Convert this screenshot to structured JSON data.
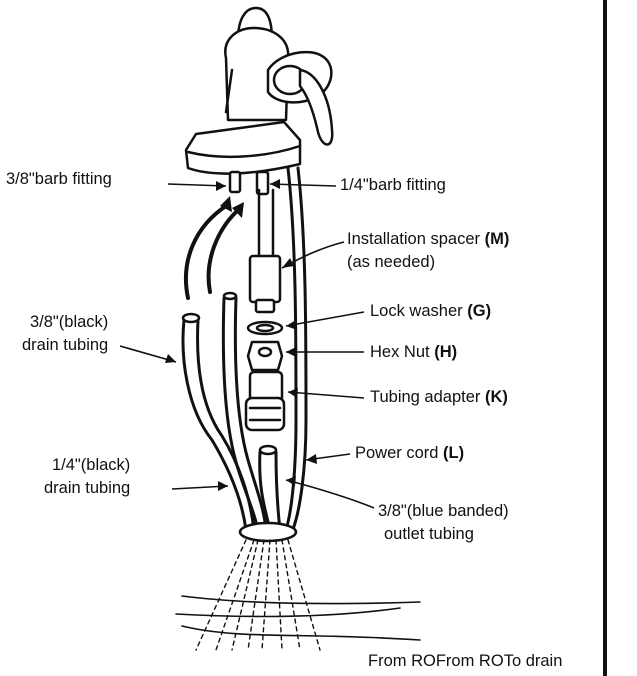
{
  "labels": {
    "barb_38": "3/8\"barb fitting",
    "barb_14": "1/4\"barb fitting",
    "spacer_line1": "Installation spacer",
    "spacer_ref": "(M)",
    "spacer_line2": "(as needed)",
    "lock_washer": "Lock washer",
    "lock_washer_ref": "(G)",
    "hex_nut": "Hex Nut",
    "hex_nut_ref": "(H)",
    "tubing_adapter": "Tubing adapter",
    "tubing_adapter_ref": "(K)",
    "power_cord": "Power cord",
    "power_cord_ref": "(L)",
    "drain38_line1": "3/8\"(black)",
    "drain38_line2": "drain tubing",
    "drain14_line1": "1/4\"(black)",
    "drain14_line2": "drain tubing",
    "outlet_line1": "3/8\"(blue banded)",
    "outlet_line2": "outlet tubing"
  },
  "bottom_labels": [
    "From RO",
    "From RO",
    "To drain"
  ]
}
